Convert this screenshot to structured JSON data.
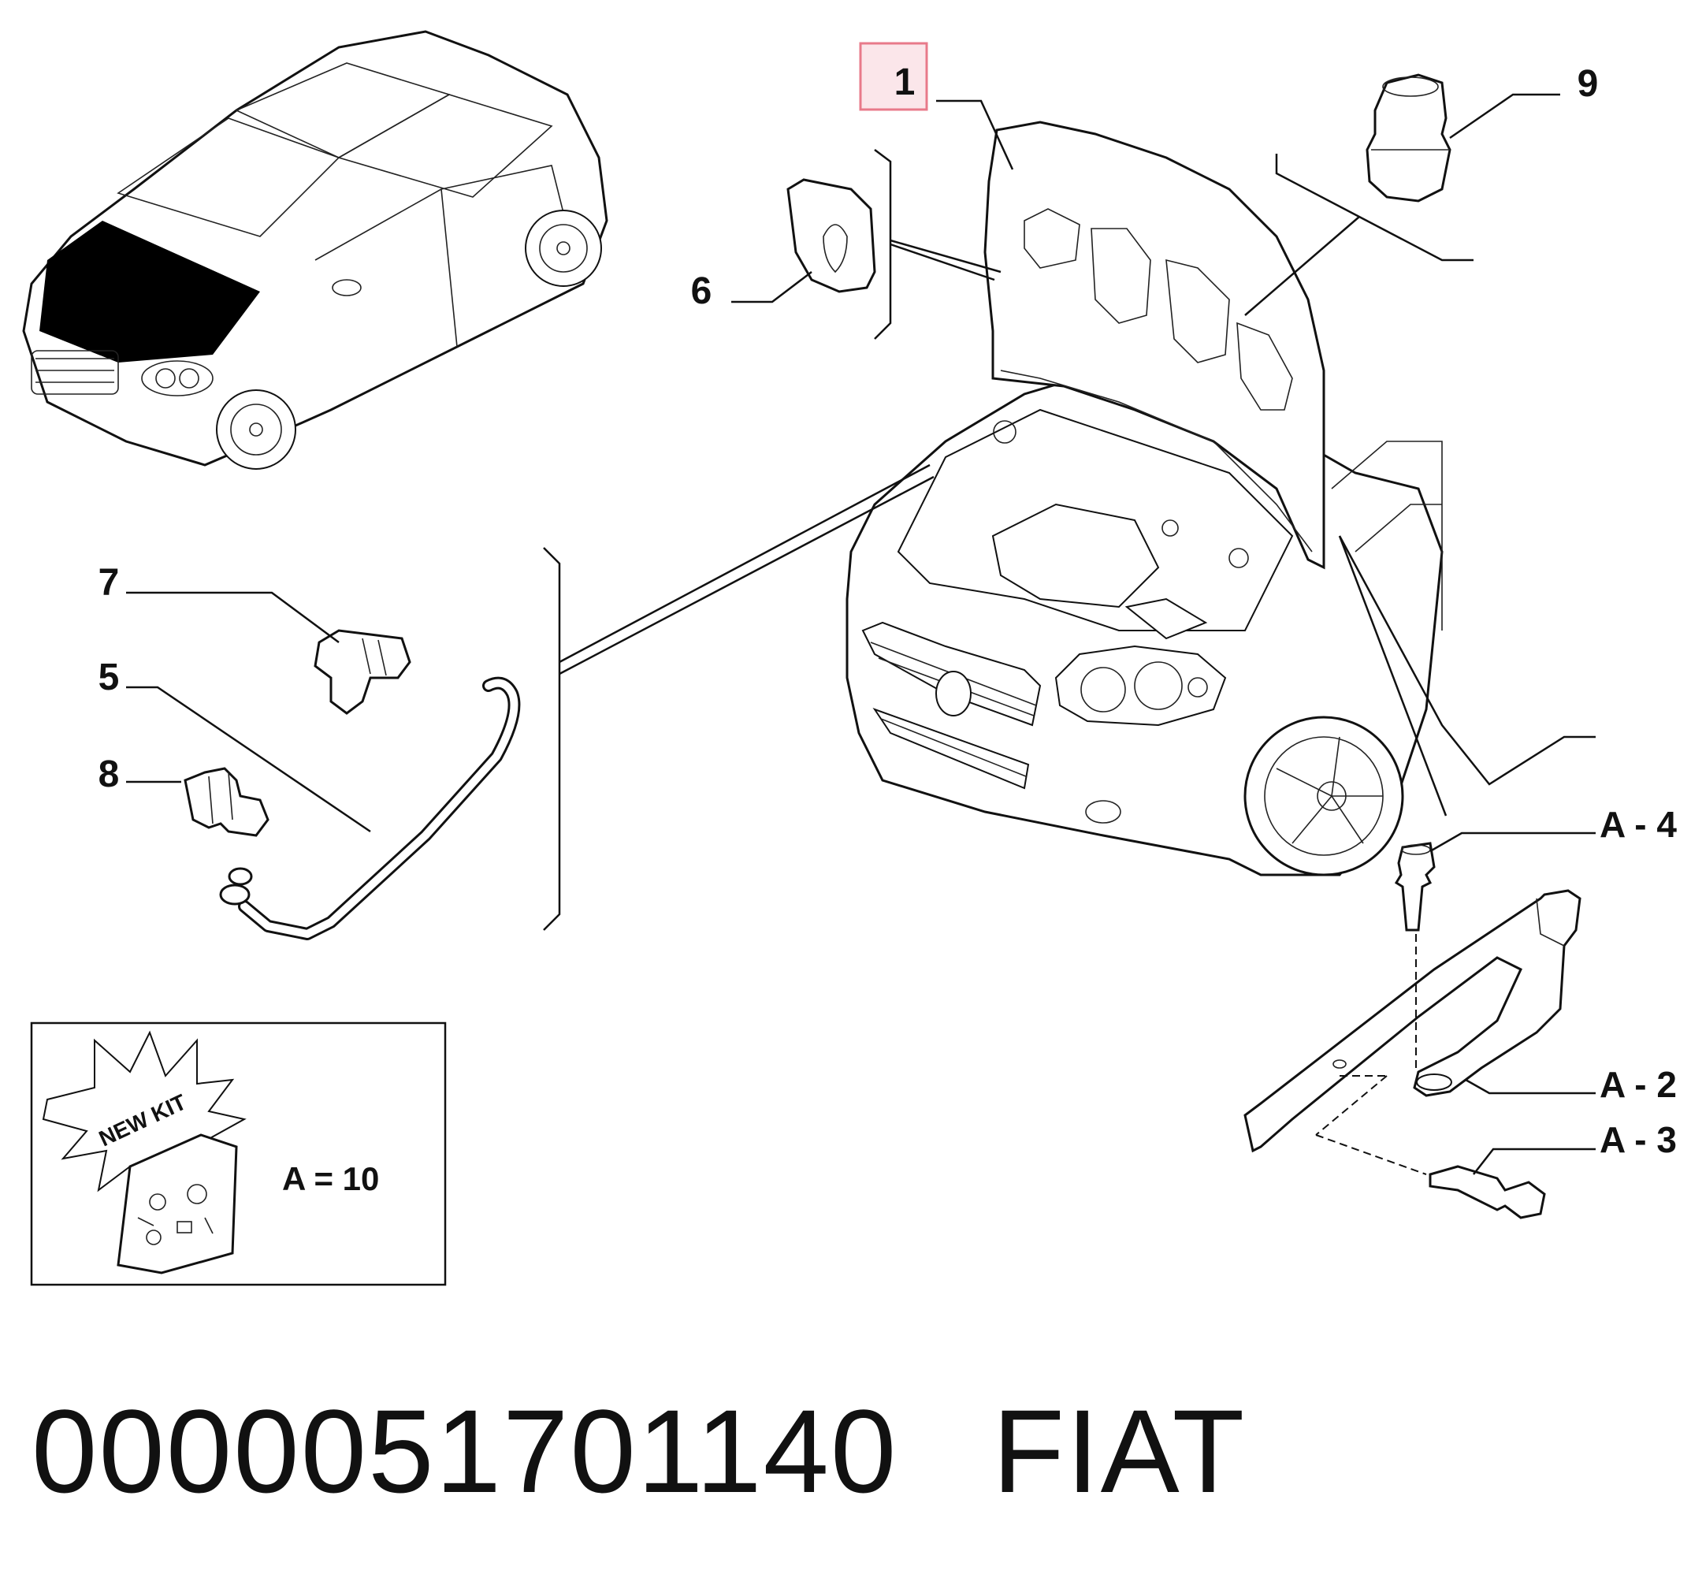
{
  "callouts": {
    "c1": "1",
    "c9": "9",
    "c6": "6",
    "c7": "7",
    "c5": "5",
    "c8": "8",
    "cA4": "A - 4",
    "cA2": "A - 2",
    "cA3": "A - 3"
  },
  "kit": {
    "starburst_text": "NEW KIT",
    "formula": "A = 10"
  },
  "caption": {
    "part_number": "0000051701140",
    "brand": "FIAT"
  },
  "colors": {
    "highlight_box": "#e87a8a",
    "highlight_fill": "#fbe6ea",
    "ink": "#111111",
    "hood_fill": "#000000"
  }
}
